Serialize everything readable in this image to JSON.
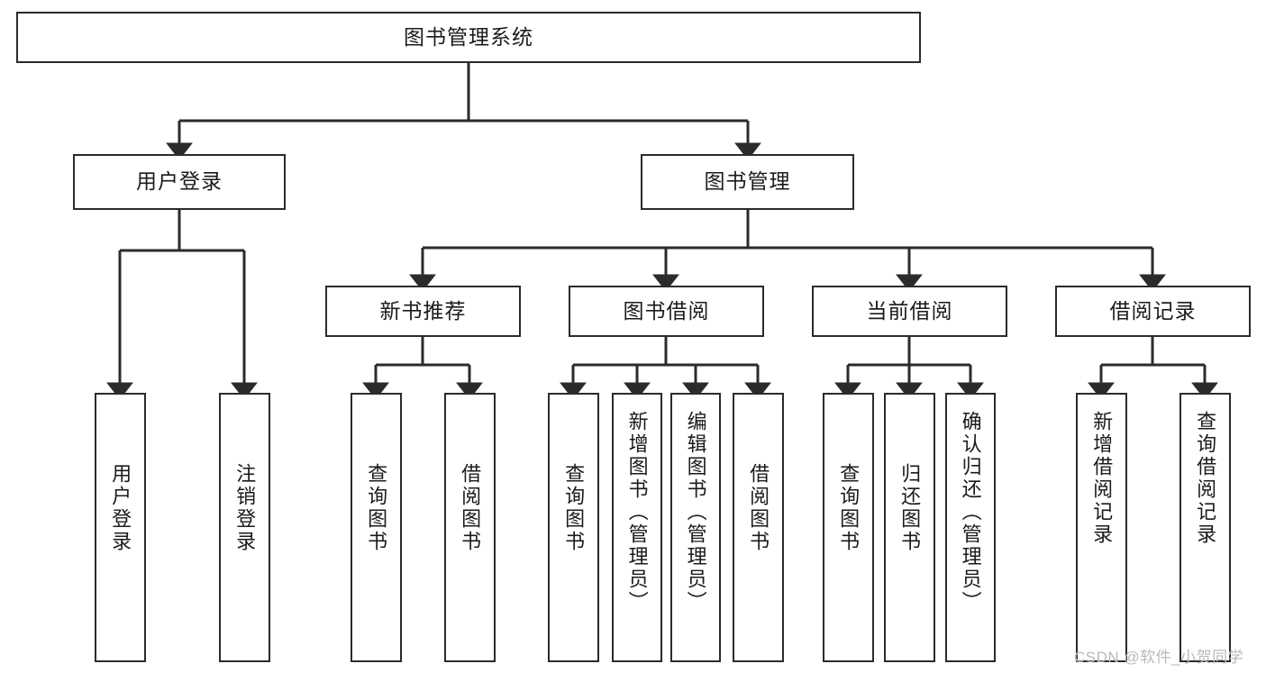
{
  "diagram": {
    "type": "hierarchy-tree",
    "title": "图书管理系统",
    "watermark": "CSDN @软件_小贺同学",
    "colors": {
      "box_border": "#2b2b2b",
      "box_fill": "#ffffff",
      "connector": "#2b2b2b",
      "text": "#1b1b1b",
      "watermark": "#b9b9b9"
    },
    "nodes": {
      "root": {
        "label": "图书管理系统",
        "level": 1,
        "orientation": "horizontal"
      },
      "l2_1": {
        "label": "用户登录",
        "level": 2,
        "orientation": "horizontal"
      },
      "l2_2": {
        "label": "图书管理",
        "level": 2,
        "orientation": "horizontal"
      },
      "l3_1": {
        "label": "新书推荐",
        "level": 3,
        "orientation": "horizontal"
      },
      "l3_2": {
        "label": "图书借阅",
        "level": 3,
        "orientation": "horizontal"
      },
      "l3_3": {
        "label": "当前借阅",
        "level": 3,
        "orientation": "horizontal"
      },
      "l3_4": {
        "label": "借阅记录",
        "level": 3,
        "orientation": "horizontal"
      },
      "leaf_1": {
        "label": "用户登录",
        "level": 3,
        "orientation": "vertical",
        "parent": "用户登录"
      },
      "leaf_2": {
        "label": "注销登录",
        "level": 3,
        "orientation": "vertical",
        "parent": "用户登录"
      },
      "leaf_3": {
        "label": "查询图书",
        "level": 4,
        "orientation": "vertical",
        "parent": "新书推荐"
      },
      "leaf_4": {
        "label": "借阅图书",
        "level": 4,
        "orientation": "vertical",
        "parent": "新书推荐"
      },
      "leaf_5": {
        "label": "查询图书",
        "level": 4,
        "orientation": "vertical",
        "parent": "图书借阅"
      },
      "leaf_6": {
        "label": "新增图书（管理员）",
        "level": 4,
        "orientation": "vertical",
        "parent": "图书借阅"
      },
      "leaf_7": {
        "label": "编辑图书（管理员）",
        "level": 4,
        "orientation": "vertical",
        "parent": "图书借阅"
      },
      "leaf_8": {
        "label": "借阅图书",
        "level": 4,
        "orientation": "vertical",
        "parent": "图书借阅"
      },
      "leaf_9": {
        "label": "查询图书",
        "level": 4,
        "orientation": "vertical",
        "parent": "当前借阅"
      },
      "leaf_10": {
        "label": "归还图书",
        "level": 4,
        "orientation": "vertical",
        "parent": "当前借阅"
      },
      "leaf_11": {
        "label": "确认归还（管理员）",
        "level": 4,
        "orientation": "vertical",
        "parent": "当前借阅"
      },
      "leaf_12": {
        "label": "新增借阅记录",
        "level": 4,
        "orientation": "vertical",
        "parent": "借阅记录"
      },
      "leaf_13": {
        "label": "查询借阅记录",
        "level": 4,
        "orientation": "vertical",
        "parent": "借阅记录"
      }
    }
  }
}
